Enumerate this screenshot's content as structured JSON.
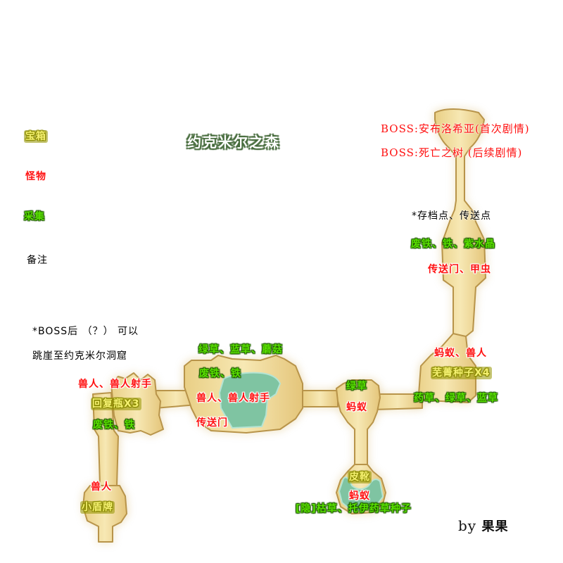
{
  "title": "约克米尔之森",
  "legend": {
    "treasure": "宝箱",
    "monster": "怪物",
    "gather": "采集",
    "note": "备注"
  },
  "colors": {
    "path_fill": "#f3dfa0",
    "path_edge": "#b8944a",
    "water": "#7fc4a2",
    "monster_text": "#ff1010",
    "gather_text": "#58e000",
    "treasure_text": "#f4f070"
  },
  "notes": {
    "boss_jump_line1": "*BOSS后 （？） 可以",
    "boss_jump_line2": "跳崖至约克米尔洞窟",
    "save_point": "*存档点、传送点"
  },
  "boss": {
    "line1": "BOSS:安布洛希亚(首次剧情)",
    "line2": "BOSS:死亡之树 (后续剧情)"
  },
  "areas": {
    "north_tower": {
      "gather": "废铁、铁、紫水晶",
      "monster": "传送门、甲虫"
    },
    "east_junction": {
      "monster": "蚂蚁、兽人",
      "treasure": "芜菁种子X4",
      "gather": "药草、绿草、蓝草"
    },
    "center_pond": {
      "gather_top": "绿草、蓝草、蘑菇",
      "gather": "废铁、铁",
      "monster": "兽人、兽人射手",
      "monster2": "传送门"
    },
    "west_room": {
      "monster": "兽人、兽人射手",
      "treasure": "回复瓶X3",
      "gather": "废铁、铁"
    },
    "southwest": {
      "monster": "兽人",
      "treasure": "小盾牌"
    },
    "middle_junction": {
      "gather": "绿草",
      "monster": "蚂蚁"
    },
    "south_pond": {
      "treasure": "皮靴",
      "monster": "蚂蚁",
      "gather": "[隐]枯草、托伊药草种子"
    }
  },
  "credit": {
    "by": "by",
    "author": "果果"
  }
}
